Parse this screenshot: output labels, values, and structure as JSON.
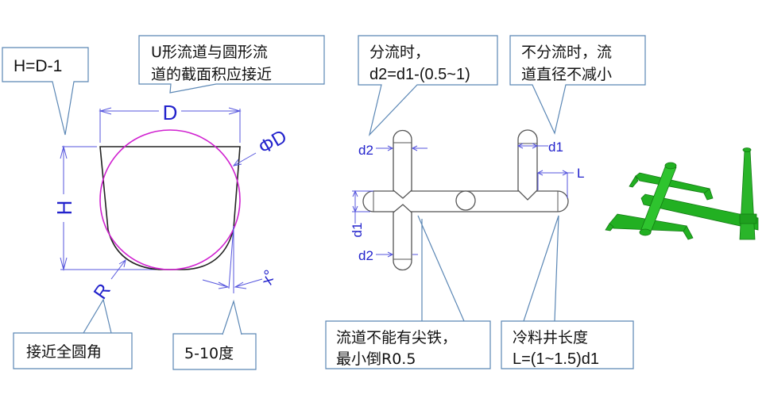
{
  "callouts": {
    "h_formula": "H=D-1",
    "u_shape_line1": "U形流道与圆形流",
    "u_shape_line2": "道的截面积应接近",
    "full_round": "接近全圆角",
    "angle": "5-10度",
    "split_line1": "分流时，",
    "split_line2": "d2=d1-(0.5~1)",
    "nosplit_line1": "不分流时，流",
    "nosplit_line2": "道直径不减小",
    "sharp_line1": "流道不能有尖铁，",
    "sharp_line2": "最小倒R0.5",
    "coldwell_line1": "冷料井长度",
    "coldwell_line2": "L=(1~1.5)d1"
  },
  "dimensions": {
    "D": "D",
    "H": "H",
    "phiD": "ΦD",
    "R": "R",
    "x_deg": "x°",
    "d2_top": "d2",
    "d2_bottom": "d2",
    "d1_side": "d1",
    "d1_right": "d1",
    "L": "L"
  },
  "colors": {
    "circle": "#d020d0",
    "dimension": "#2222cc",
    "model": "#22b022",
    "callout_border": "#5b87b5"
  }
}
